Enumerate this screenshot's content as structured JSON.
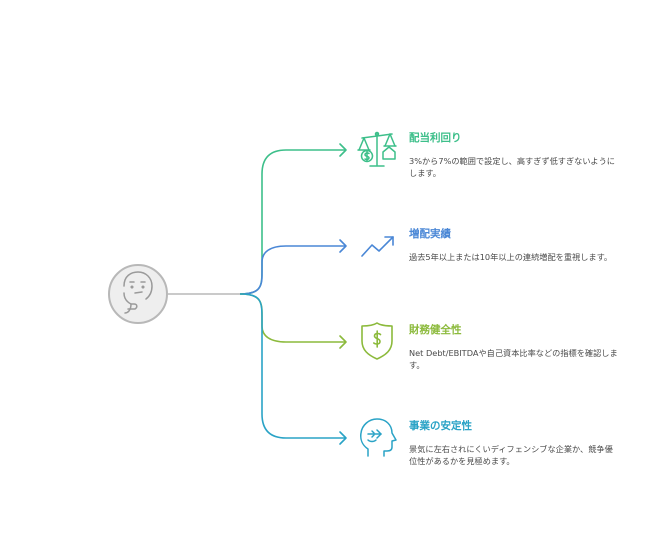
{
  "colors": {
    "hub": "#b8b8b8",
    "branch_1": "#3dbf8a",
    "branch_2": "#4a87d6",
    "branch_3": "#8cba3c",
    "branch_4": "#2aa3c6"
  },
  "hub": {
    "icon": "thinking-face-icon"
  },
  "items": [
    {
      "title": "配当利回り",
      "description": "3%から7%の範囲で設定し、高すぎず低すぎないようにします。",
      "icon": "balance-scale-icon"
    },
    {
      "title": "増配実績",
      "description": "過去5年以上または10年以上の連続増配を重視します。",
      "icon": "trend-up-icon"
    },
    {
      "title": "財務健全性",
      "description": "Net Debt/EBITDAや自己資本比率などの指標を確認します。",
      "icon": "shield-dollar-icon"
    },
    {
      "title": "事業の安定性",
      "description": "景気に左右されにくいディフェンシブな企業か、競争優位性があるかを見極めます。",
      "icon": "head-mind-icon"
    }
  ]
}
